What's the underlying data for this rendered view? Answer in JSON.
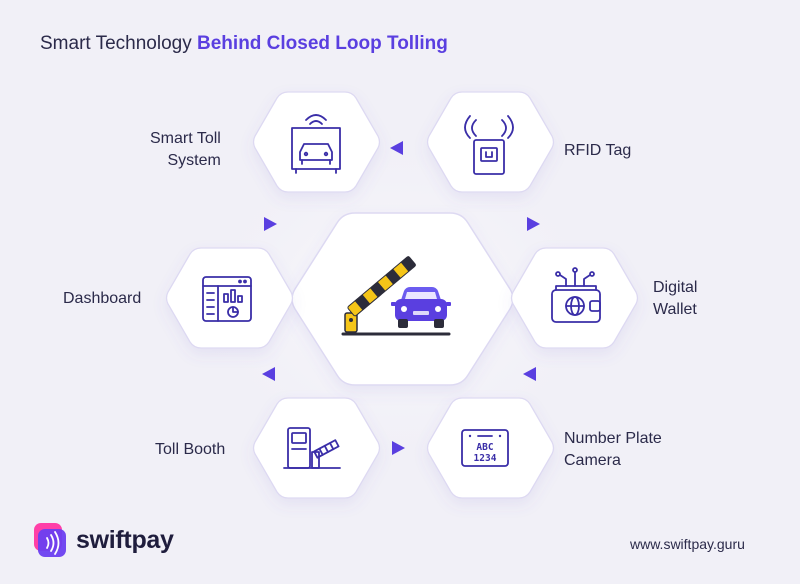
{
  "title": {
    "normal": "Smart Technology ",
    "highlight": "Behind Closed Loop Tolling"
  },
  "nodes": {
    "smart_toll_system": {
      "label_line1": "Smart Toll",
      "label_line2": "System",
      "icon": "car-in-frame-signal-icon"
    },
    "rfid_tag": {
      "label_line1": "RFID Tag",
      "icon": "rfid-tag-icon"
    },
    "dashboard": {
      "label_line1": "Dashboard",
      "icon": "dashboard-window-icon"
    },
    "digital_wallet": {
      "label_line1": "Digital",
      "label_line2": "Wallet",
      "icon": "globe-wallet-icon"
    },
    "toll_booth": {
      "label_line1": "Toll Booth",
      "icon": "toll-booth-barrier-icon"
    },
    "number_plate_camera": {
      "label_line1": "Number Plate",
      "label_line2": "Camera",
      "icon": "plate-camera-icon",
      "plate_text_line1": "ABC",
      "plate_text_line2": "1234"
    },
    "center": {
      "icon": "toll-gate-car-icon"
    }
  },
  "brand": {
    "name": "swiftpay",
    "icon": "contactless-card-logo"
  },
  "footer": {
    "url": "www.swiftpay.guru"
  },
  "colors": {
    "accent": "#5a3fe0",
    "stroke": "#3a2ea8",
    "text": "#2b2a4a",
    "hex_border": "#ddd9f2",
    "barrier_yellow": "#f5c518",
    "barrier_dark": "#2c2c3a",
    "logo_pink": "#ff3fa7",
    "logo_purple": "#6b3ff0"
  }
}
